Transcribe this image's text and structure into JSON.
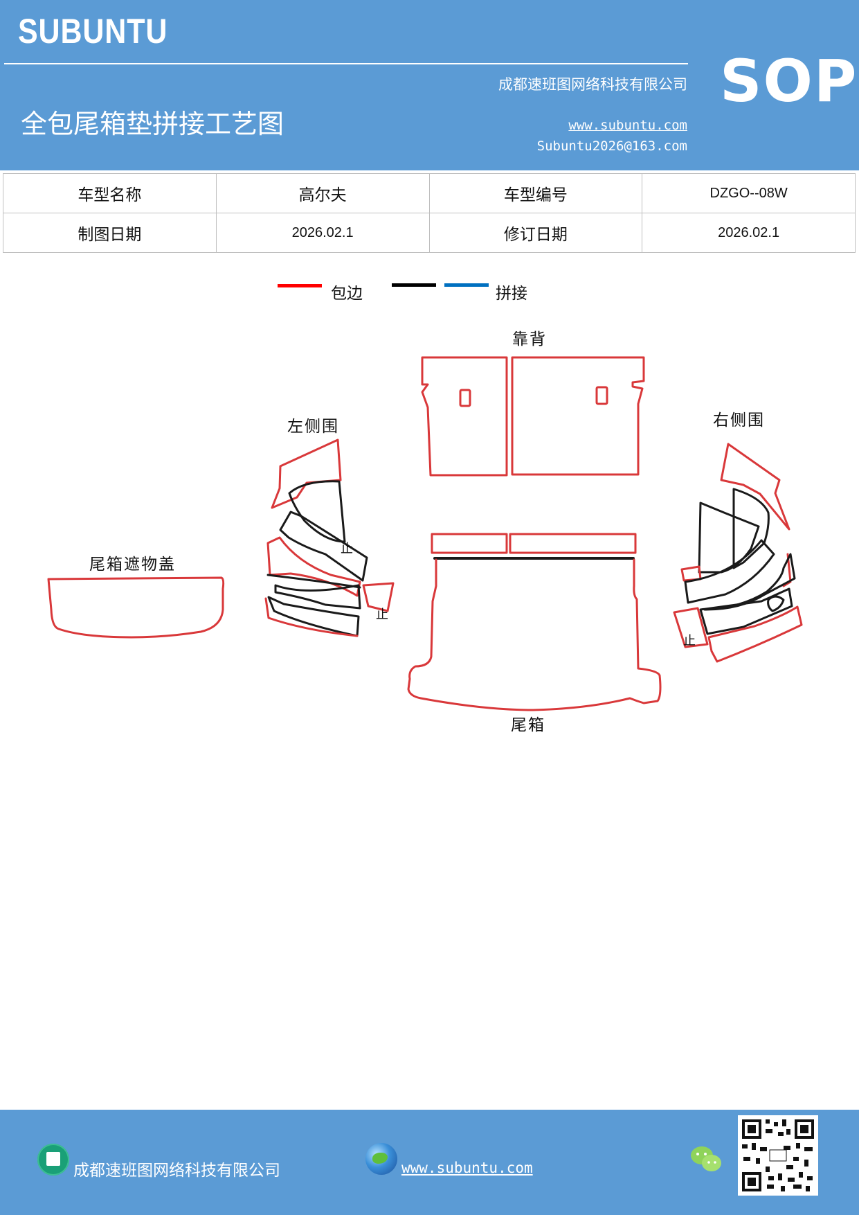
{
  "header": {
    "brand": "SUBUNTU",
    "badge": "SOP",
    "company": "成都速班图网络科技有限公司",
    "title": "全包尾箱垫拼接工艺图",
    "website": "www.subuntu.com",
    "email": "Subuntu2026@163.com"
  },
  "info_table": {
    "rows": [
      [
        "车型名称",
        "高尔夫",
        "车型编号",
        "DZGO--08W"
      ],
      [
        "制图日期",
        "2026.02.1",
        "修订日期",
        "2026.02.1"
      ]
    ]
  },
  "legend": {
    "items": [
      {
        "label": "包边",
        "color": "#ff0000"
      },
      {
        "label": "拼接",
        "colors": [
          "#000000",
          "#0070c0"
        ]
      }
    ]
  },
  "diagram": {
    "labels": {
      "backrest": "靠背",
      "left_side": "左侧围",
      "right_side": "右侧围",
      "cover": "尾箱遮物盖",
      "trunk": "尾箱"
    },
    "small_marks": {
      "mark": "止"
    },
    "colors": {
      "edge": "#d9383a",
      "seam": "#1a1a1a"
    }
  },
  "footer": {
    "company": "成都速班图网络科技有限公司",
    "website": "www.subuntu.com",
    "icons": [
      "building-icon",
      "globe-icon",
      "wechat-icon",
      "qr-code"
    ]
  },
  "colors": {
    "brand_blue": "#5b9bd5"
  }
}
